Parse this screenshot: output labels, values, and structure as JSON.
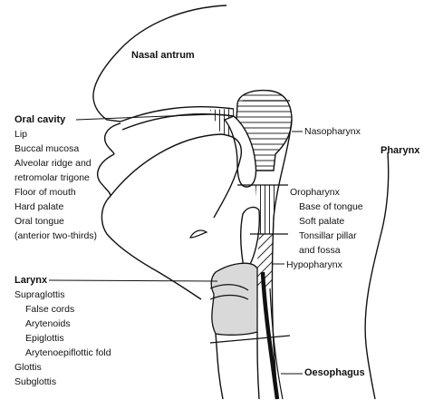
{
  "labels": {
    "nasal_antrum": "Nasal antrum",
    "oral_cavity": {
      "title": "Oral cavity",
      "items": [
        "Lip",
        "Buccal mucosa",
        "Alveolar ridge and",
        "retromolar trigone",
        "Floor of mouth",
        "Hard palate",
        "Oral tongue",
        "(anterior two-thirds)"
      ]
    },
    "nasopharynx": "Nasopharynx",
    "pharynx": "Pharynx",
    "oropharynx": {
      "title": "Oropharynx",
      "items": [
        "Base of tongue",
        "Soft palate",
        "Tonsillar pillar",
        "and fossa"
      ]
    },
    "hypopharynx": "Hypopharynx",
    "larynx": {
      "title": "Larynx",
      "items": [
        "Supraglottis",
        "False cords",
        "Arytenoids",
        "Epiglottis",
        "Arytenoepiflottic fold",
        "Glottis",
        "Subglottis"
      ]
    },
    "oesophagus": "Oesophagus"
  },
  "colors": {
    "line": "#111111",
    "larynx_fill": "#d9d9d9",
    "background": "#ffffff"
  }
}
